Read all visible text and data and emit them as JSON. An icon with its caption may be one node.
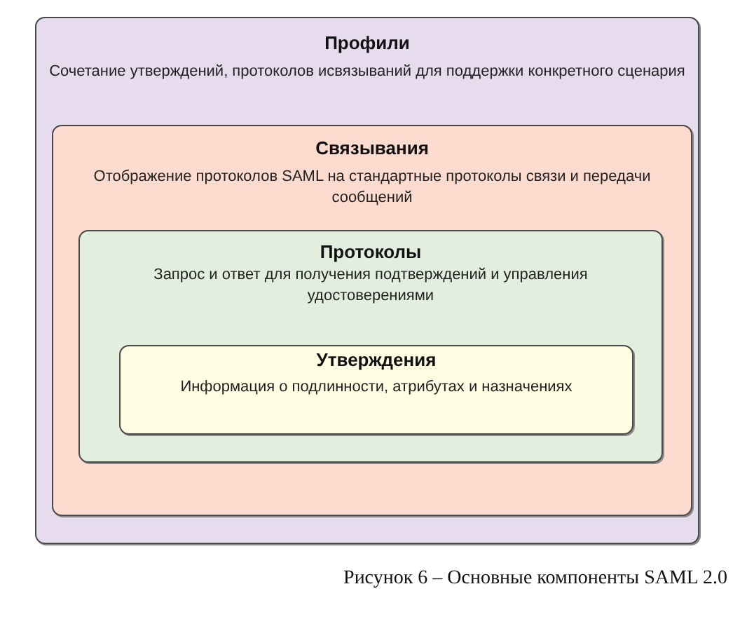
{
  "diagram": {
    "caption": "Рисунок 6 – Основные компоненты SAML 2.0",
    "nodes": [
      {
        "text": [
          "Профили",
          "Сочетание утверждений, протоколов исвязываний для поддержки конкретного сценария"
        ]
      },
      {
        "text": [
          "Связывания",
          "Отображение протоколов SAML на стандартные протоколы связи и передачи сообщений"
        ],
        "in": 0
      },
      {
        "text": [
          "Протоколы",
          "Запрос и ответ для получения подтверждений и управления удостоверениями"
        ],
        "in": 1
      },
      {
        "text": [
          "Утверждения",
          "Информация о подлинности, атрибутах и назначениях"
        ],
        "in": 2
      }
    ]
  }
}
